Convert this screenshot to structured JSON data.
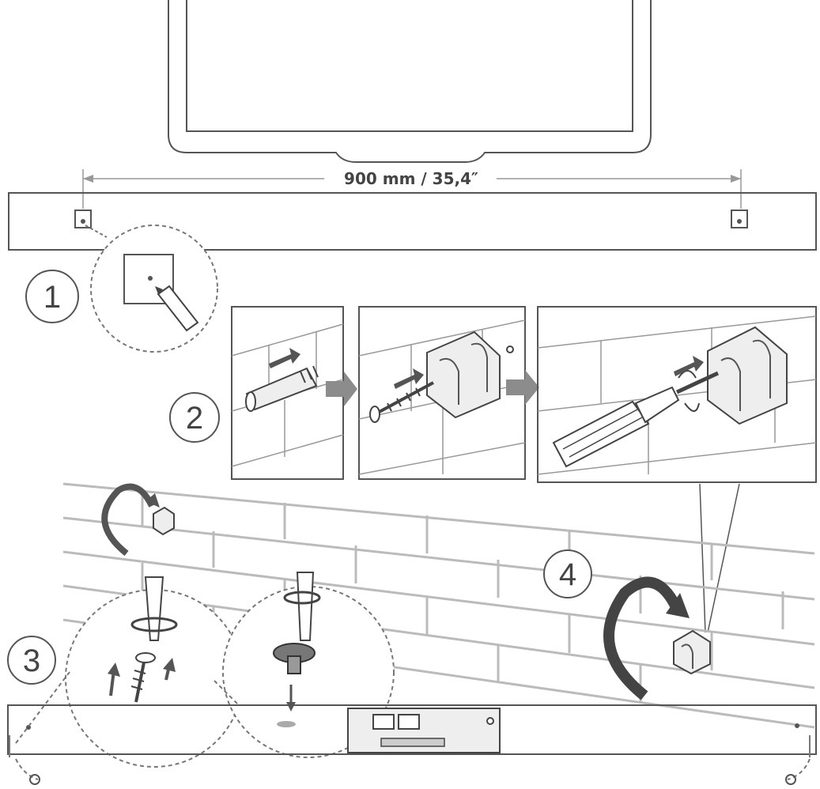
{
  "measurement": {
    "label": "900 mm / 35,4″"
  },
  "steps": [
    {
      "number": "1"
    },
    {
      "number": "2"
    },
    {
      "number": "3"
    },
    {
      "number": "4"
    }
  ],
  "icons": {
    "pencil": "pencil-icon",
    "anchor": "wall-plug-icon",
    "screw": "screw-icon",
    "bracket": "wall-bracket-icon",
    "screwdriver": "screwdriver-icon",
    "rotate": "rotate-arrow-icon",
    "push": "push-arrow-icon"
  }
}
